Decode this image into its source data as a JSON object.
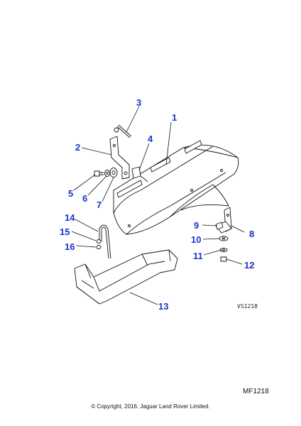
{
  "diagram": {
    "callouts": [
      "1",
      "2",
      "3",
      "4",
      "5",
      "6",
      "7",
      "8",
      "9",
      "10",
      "11",
      "12",
      "13",
      "14",
      "15",
      "16"
    ],
    "drawing_ref": "VS1218",
    "figure_id": "MF1218",
    "copyright": "© Copyright, 2016. Jaguar Land Rover Limited."
  },
  "colors": {
    "callout": "#1a33cc",
    "linework": "#111111",
    "background": "#ffffff"
  }
}
